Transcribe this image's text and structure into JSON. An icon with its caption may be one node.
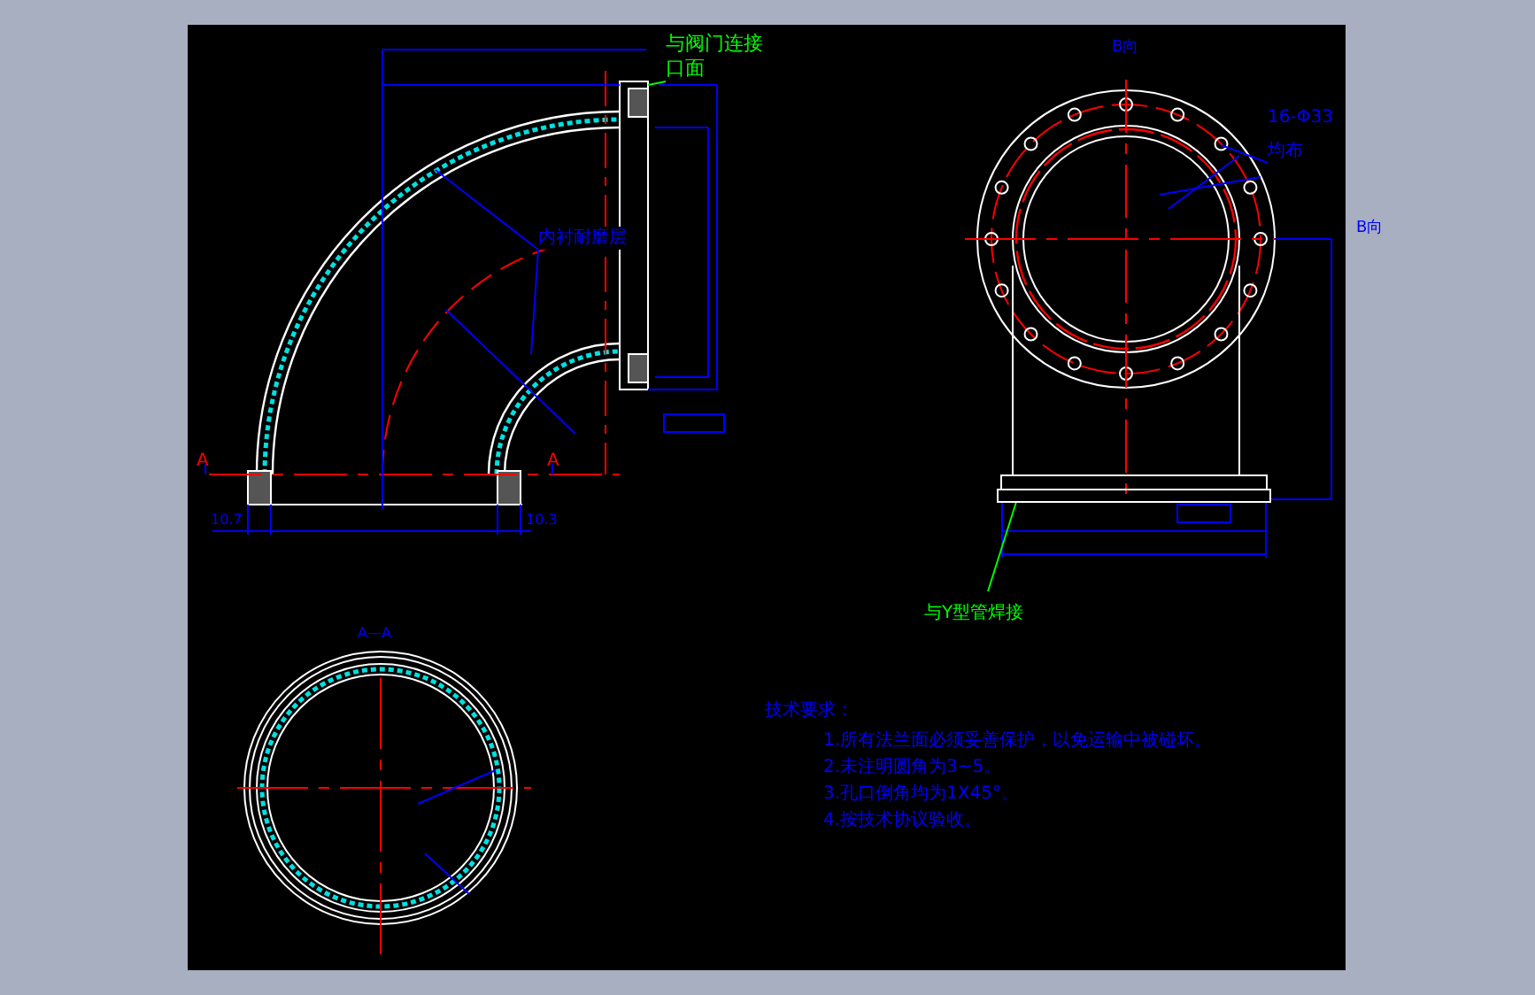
{
  "diagram": {
    "nodes": [
      {
        "text": [
          "与阀门连接口面"
        ]
      },
      {
        "text": [
          "内衬耐磨层"
        ]
      },
      {
        "text": [
          "与Y型管焊接"
        ]
      },
      {
        "text": [
          "16-Φ33",
          "均布"
        ]
      },
      {
        "text": [],
        "shape": "box"
      }
    ],
    "edges": [
      {
        "from": 0,
        "to": null,
        "arrow": "none",
        "color": "#00ff00"
      },
      {
        "from": 1,
        "to": null,
        "arrow": "none"
      },
      {
        "from": 1,
        "to": null,
        "arrow": "none"
      },
      {
        "from": 2,
        "to": 4,
        "arrow": "none",
        "color": "#00ff00"
      },
      {
        "from": 3,
        "to": null,
        "arrow": "none"
      }
    ],
    "labels": [
      "A",
      "A",
      "10.7",
      "10.3",
      "B向",
      "B向",
      "A—A",
      "技术要求：",
      "1.所有法兰面必须妥善保护，以免运输中被碰坏。",
      "2.未注明圆角为3~5。",
      "3.孔口倒角均为1X45°。",
      "4.按技术协议验收。"
    ]
  }
}
